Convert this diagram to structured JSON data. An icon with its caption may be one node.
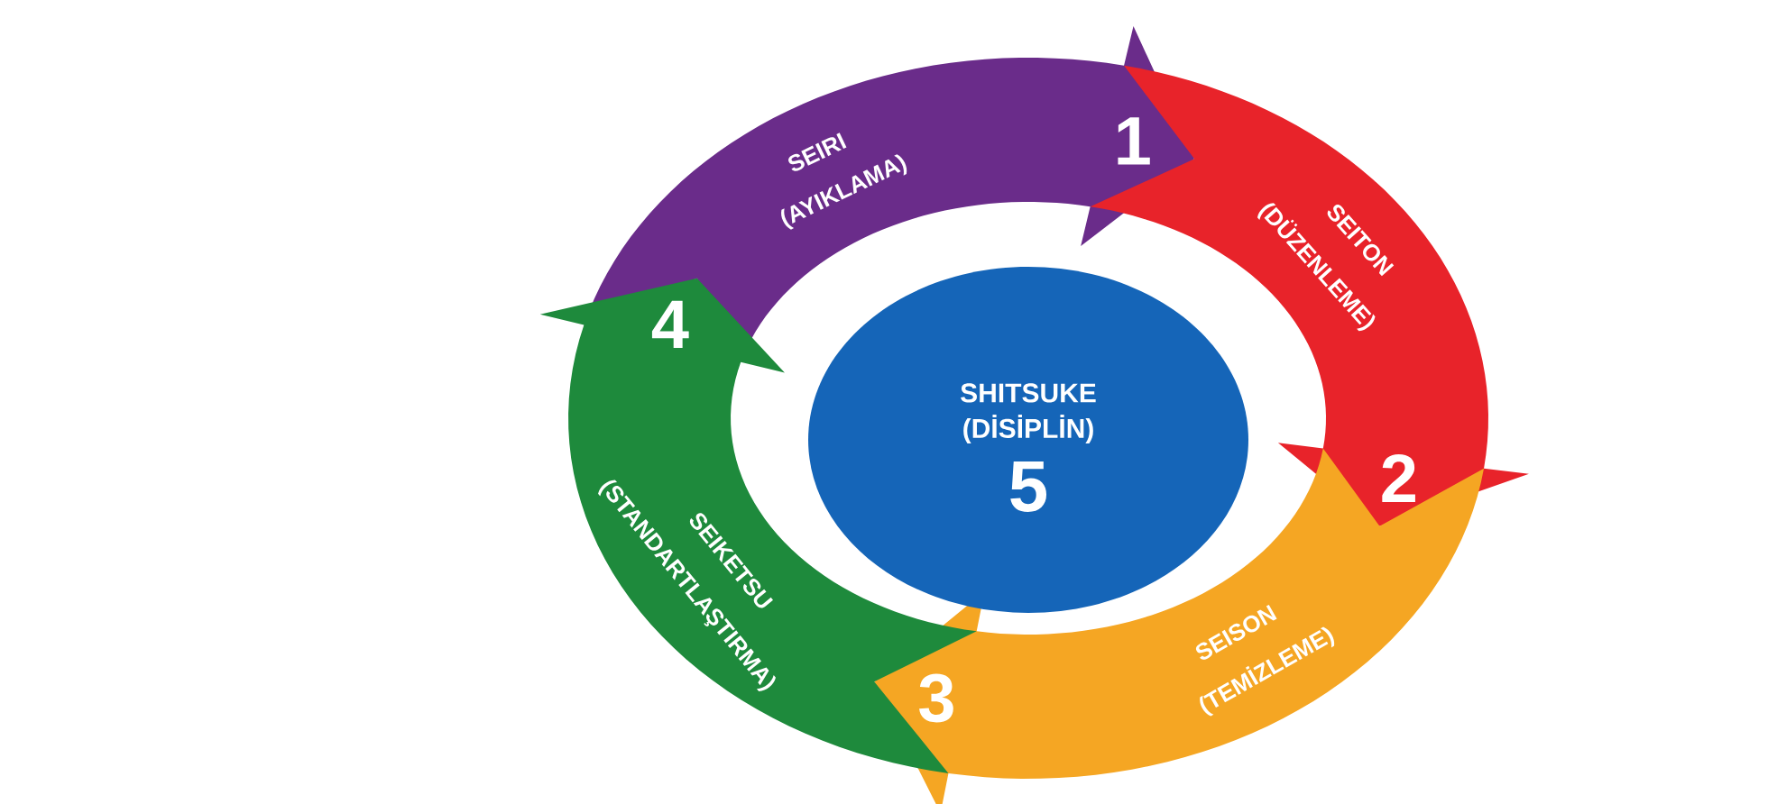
{
  "diagram": {
    "nodes": [
      {
        "text": [
          "SEIRI",
          "(AYIKLAMA)",
          "1"
        ]
      },
      {
        "text": [
          "SEITON",
          "(DÜZENLEME)",
          "2"
        ]
      },
      {
        "text": [
          "SEISON",
          "(TEMİZLEME)",
          "3"
        ]
      },
      {
        "text": [
          "SEIKETSU",
          "(STANDARTLAŞTIRMA)",
          "4"
        ]
      },
      {
        "text": [
          "SHITSUKE",
          "(DİSİPLİN)",
          "5"
        ]
      }
    ]
  }
}
